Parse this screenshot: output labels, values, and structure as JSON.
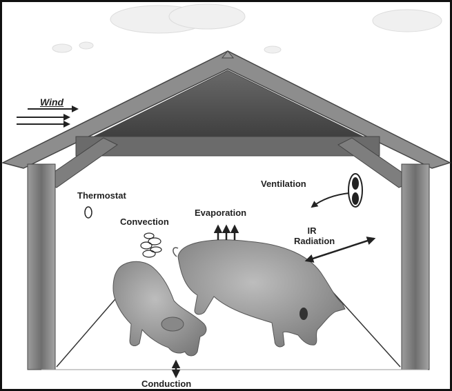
{
  "labels": {
    "wind": "Wind",
    "thermostat": "Thermostat",
    "convection": "Convection",
    "evaporation": "Evaporation",
    "ventilation": "Ventilation",
    "ir_line1": "IR",
    "ir_line2": "Radiation",
    "conduction": "Conduction"
  },
  "colors": {
    "barn_roof": "#5a5a5a",
    "barn_wood": "#8a8a8a",
    "pig_fill": "#9a9a9a",
    "arrow": "#222222",
    "background": "#ffffff"
  },
  "icons": {
    "wind_arrows": "triple-right-arrows",
    "thermostat": "oval-outline",
    "convection": "swirl-loops",
    "evaporation": "triple-up-arrows",
    "ventilation": "fan-icon",
    "conduction": "double-vertical-arrow"
  }
}
